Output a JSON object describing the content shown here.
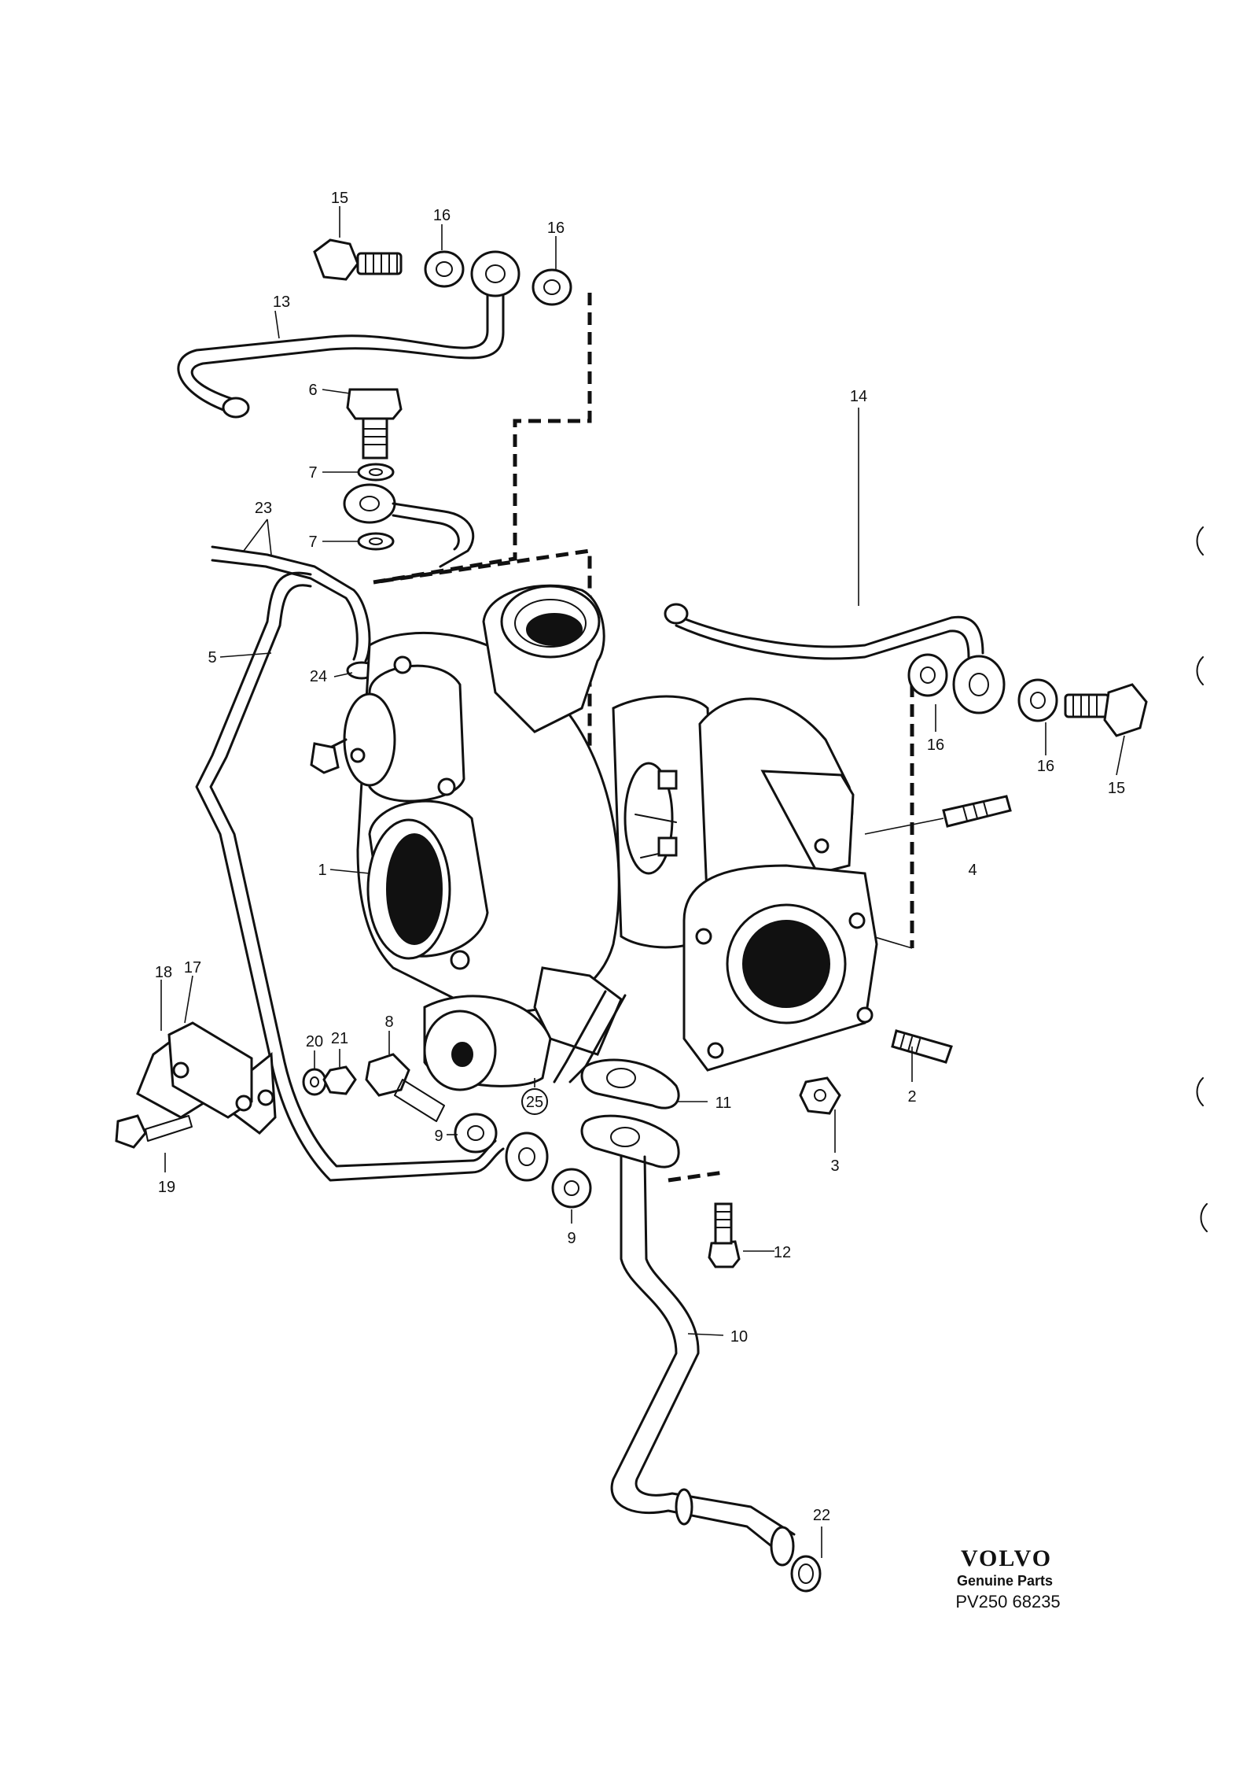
{
  "diagram": {
    "callouts": {
      "c1": "1",
      "c2": "2",
      "c3": "3",
      "c4": "4",
      "c5": "5",
      "c6": "6",
      "c7a": "7",
      "c7b": "7",
      "c8": "8",
      "c9a": "9",
      "c9b": "9",
      "c10": "10",
      "c11": "11",
      "c12": "12",
      "c13": "13",
      "c14": "14",
      "c15a": "15",
      "c15b": "15",
      "c16a": "16",
      "c16b": "16",
      "c16c": "16",
      "c16d": "16",
      "c17": "17",
      "c18": "18",
      "c19": "19",
      "c20": "20",
      "c21": "21",
      "c22": "22",
      "c23": "23",
      "c24": "24",
      "c25": "25"
    },
    "brand": {
      "name": "VOLVO",
      "tagline": "Genuine Parts",
      "code": "PV250 68235"
    }
  }
}
